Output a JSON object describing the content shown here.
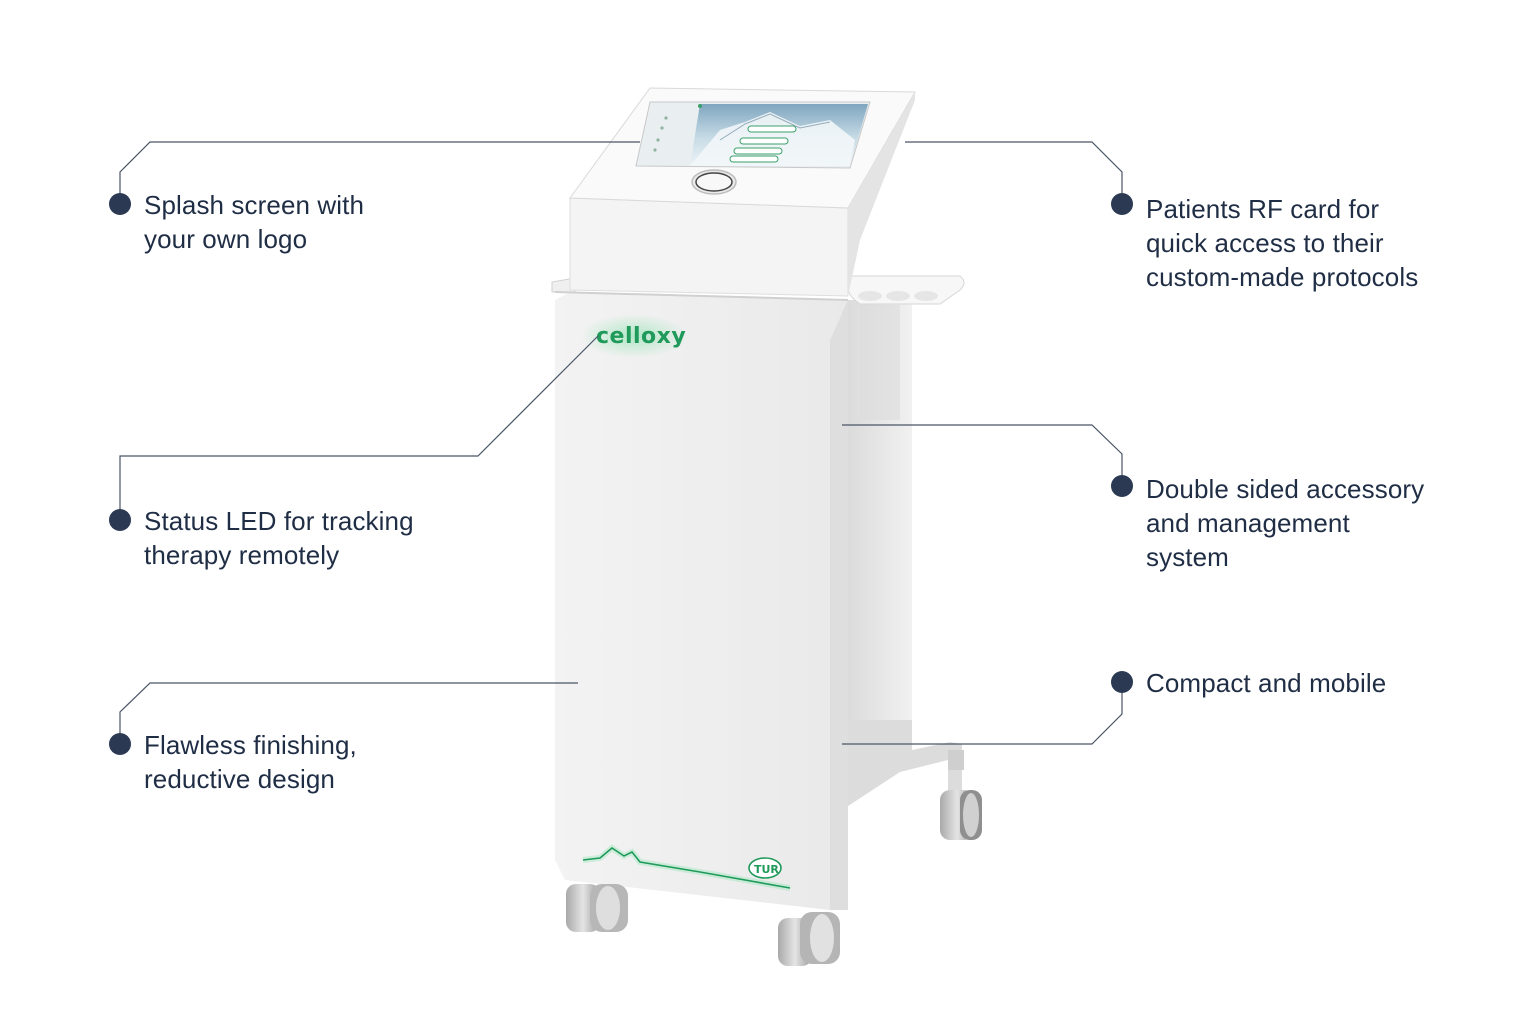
{
  "product": {
    "brand_logo": "celloxy",
    "badge_logo": "TUR"
  },
  "callouts": [
    {
      "id": "splash",
      "lines": [
        "Splash screen with",
        "your own logo"
      ]
    },
    {
      "id": "led",
      "lines": [
        "Status LED for tracking",
        "therapy remotely"
      ]
    },
    {
      "id": "finish",
      "lines": [
        "Flawless finishing,",
        "reductive design"
      ]
    },
    {
      "id": "rfcard",
      "lines": [
        "Patients RF card for",
        "quick access to their",
        "custom-made protocols"
      ]
    },
    {
      "id": "accessory",
      "lines": [
        "Double sided accessory",
        "and management",
        "system"
      ]
    },
    {
      "id": "mobile",
      "lines": [
        "Compact and mobile"
      ]
    }
  ],
  "colors": {
    "text": "#1f2d45",
    "dot": "#2b3a52",
    "brand_green": "#1f9a5a",
    "device_body": "#eeeeee"
  }
}
